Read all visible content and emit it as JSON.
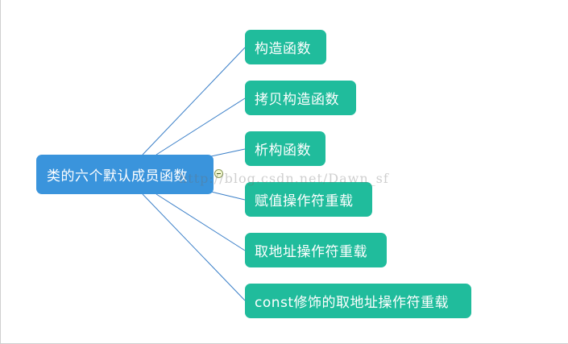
{
  "root": {
    "label": "类的六个默认成员函数"
  },
  "children": [
    {
      "label": "构造函数"
    },
    {
      "label": "拷贝构造函数"
    },
    {
      "label": "析构函数"
    },
    {
      "label": "赋值操作符重载"
    },
    {
      "label": "取地址操作符重载"
    },
    {
      "label": "const修饰的取地址操作符重载"
    }
  ],
  "watermark": "http://blog.csdn.net/Dawn_sf",
  "colors": {
    "root": "#3a94dc",
    "child": "#20bc9c",
    "connector": "#3a7fc8"
  }
}
